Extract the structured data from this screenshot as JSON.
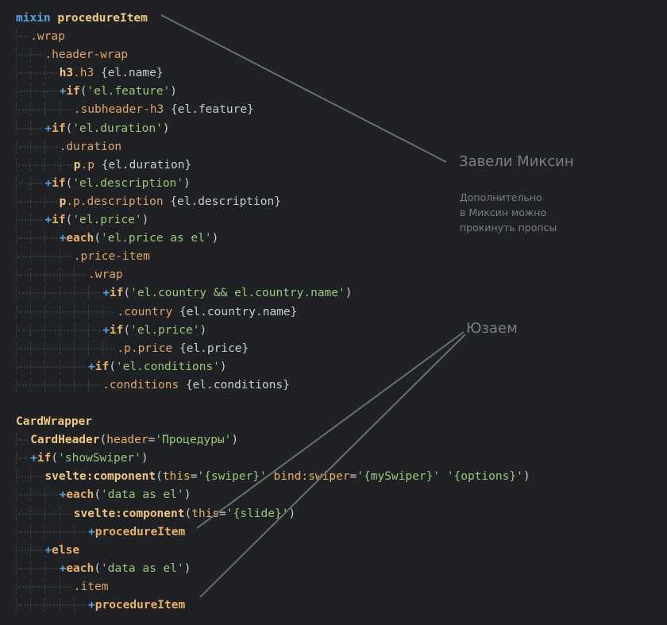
{
  "editor": {
    "lines": [
      {
        "i": 0,
        "t": [
          [
            "kw",
            "mixin "
          ],
          [
            "mix",
            "procedureItem"
          ]
        ]
      },
      {
        "i": 1,
        "t": [
          [
            "cls",
            ".wrap"
          ]
        ]
      },
      {
        "i": 2,
        "t": [
          [
            "cls",
            ".header-wrap"
          ]
        ]
      },
      {
        "i": 3,
        "t": [
          [
            "tag",
            "h3"
          ],
          [
            "cls",
            ".h3"
          ],
          [
            "txtc",
            " {el.name}"
          ]
        ]
      },
      {
        "i": 3,
        "t": [
          [
            "plus",
            "+"
          ],
          [
            "fn",
            "if"
          ],
          [
            "par",
            "("
          ],
          [
            "str",
            "'el.feature'"
          ],
          [
            "par",
            ")"
          ]
        ]
      },
      {
        "i": 4,
        "t": [
          [
            "cls",
            ".subheader-h3"
          ],
          [
            "txtc",
            " {el.feature}"
          ]
        ]
      },
      {
        "i": 2,
        "t": [
          [
            "plus",
            "+"
          ],
          [
            "fn",
            "if"
          ],
          [
            "par",
            "("
          ],
          [
            "str",
            "'el.duration'"
          ],
          [
            "par",
            ")"
          ]
        ]
      },
      {
        "i": 3,
        "t": [
          [
            "cls",
            ".duration"
          ]
        ]
      },
      {
        "i": 4,
        "t": [
          [
            "tag",
            "p"
          ],
          [
            "cls",
            ".p"
          ],
          [
            "txtc",
            " {el.duration}"
          ]
        ]
      },
      {
        "i": 2,
        "t": [
          [
            "plus",
            "+"
          ],
          [
            "fn",
            "if"
          ],
          [
            "par",
            "("
          ],
          [
            "str",
            "'el.description'"
          ],
          [
            "par",
            ")"
          ]
        ]
      },
      {
        "i": 3,
        "t": [
          [
            "tag",
            "p"
          ],
          [
            "cls",
            ".p.description"
          ],
          [
            "txtc",
            " {el.description}"
          ]
        ]
      },
      {
        "i": 2,
        "t": [
          [
            "plus",
            "+"
          ],
          [
            "fn",
            "if"
          ],
          [
            "par",
            "("
          ],
          [
            "str",
            "'el.price'"
          ],
          [
            "par",
            ")"
          ]
        ]
      },
      {
        "i": 3,
        "t": [
          [
            "plus",
            "+"
          ],
          [
            "fn",
            "each"
          ],
          [
            "par",
            "("
          ],
          [
            "str",
            "'el.price as el'"
          ],
          [
            "par",
            ")"
          ]
        ]
      },
      {
        "i": 4,
        "t": [
          [
            "cls",
            ".price-item"
          ]
        ]
      },
      {
        "i": 5,
        "t": [
          [
            "cls",
            ".wrap"
          ]
        ]
      },
      {
        "i": 6,
        "t": [
          [
            "plus",
            "+"
          ],
          [
            "fn",
            "if"
          ],
          [
            "par",
            "("
          ],
          [
            "str",
            "'el.country && el.country.name'"
          ],
          [
            "par",
            ")"
          ]
        ]
      },
      {
        "i": 7,
        "t": [
          [
            "cls",
            ".country"
          ],
          [
            "txtc",
            " {el.country.name}"
          ]
        ]
      },
      {
        "i": 6,
        "t": [
          [
            "plus",
            "+"
          ],
          [
            "fn",
            "if"
          ],
          [
            "par",
            "("
          ],
          [
            "str",
            "'el.price'"
          ],
          [
            "par",
            ")"
          ]
        ]
      },
      {
        "i": 7,
        "t": [
          [
            "cls",
            ".p.price"
          ],
          [
            "txtc",
            " {el.price}"
          ]
        ]
      },
      {
        "i": 5,
        "t": [
          [
            "plus",
            "+"
          ],
          [
            "fn",
            "if"
          ],
          [
            "par",
            "("
          ],
          [
            "str",
            "'el.conditions'"
          ],
          [
            "par",
            ")"
          ]
        ]
      },
      {
        "i": 6,
        "t": [
          [
            "cls",
            ".conditions"
          ],
          [
            "txtc",
            " {el.conditions}"
          ]
        ]
      },
      {
        "i": 0,
        "t": []
      },
      {
        "i": 0,
        "t": [
          [
            "mix",
            "CardWrapper"
          ]
        ]
      },
      {
        "i": 1,
        "t": [
          [
            "mix",
            "CardHeader"
          ],
          [
            "par",
            "("
          ],
          [
            "attr",
            "header"
          ],
          [
            "pun",
            "="
          ],
          [
            "str",
            "'Процедуры'"
          ],
          [
            "par",
            ")"
          ]
        ]
      },
      {
        "i": 1,
        "t": [
          [
            "plus",
            "+"
          ],
          [
            "fn",
            "if"
          ],
          [
            "par",
            "("
          ],
          [
            "str",
            "'showSwiper'"
          ],
          [
            "par",
            ")"
          ]
        ]
      },
      {
        "i": 2,
        "t": [
          [
            "tag",
            "svelte:component"
          ],
          [
            "par",
            "("
          ],
          [
            "attr",
            "this"
          ],
          [
            "pun",
            "="
          ],
          [
            "str",
            "'{swiper}'"
          ],
          [
            "txtc",
            " "
          ],
          [
            "attr",
            "bind:swiper"
          ],
          [
            "pun",
            "="
          ],
          [
            "str",
            "'{mySwiper}'"
          ],
          [
            "txtc",
            " "
          ],
          [
            "str",
            "'{options}'"
          ],
          [
            "par",
            ")"
          ]
        ]
      },
      {
        "i": 3,
        "t": [
          [
            "plus",
            "+"
          ],
          [
            "fn",
            "each"
          ],
          [
            "par",
            "("
          ],
          [
            "str",
            "'data as el'"
          ],
          [
            "par",
            ")"
          ]
        ]
      },
      {
        "i": 4,
        "t": [
          [
            "tag",
            "svelte:component"
          ],
          [
            "par",
            "("
          ],
          [
            "attr",
            "this"
          ],
          [
            "pun",
            "="
          ],
          [
            "str",
            "'{slide}'"
          ],
          [
            "par",
            ")"
          ]
        ]
      },
      {
        "i": 5,
        "t": [
          [
            "plus",
            "+"
          ],
          [
            "fn",
            "procedureItem"
          ]
        ]
      },
      {
        "i": 2,
        "t": [
          [
            "plus",
            "+"
          ],
          [
            "fn",
            "else"
          ]
        ]
      },
      {
        "i": 3,
        "t": [
          [
            "plus",
            "+"
          ],
          [
            "fn",
            "each"
          ],
          [
            "par",
            "("
          ],
          [
            "str",
            "'data as el'"
          ],
          [
            "par",
            ")"
          ]
        ]
      },
      {
        "i": 4,
        "t": [
          [
            "cls",
            ".item"
          ]
        ]
      },
      {
        "i": 5,
        "t": [
          [
            "plus",
            "+"
          ],
          [
            "fn",
            "procedureItem"
          ]
        ]
      }
    ]
  },
  "annotations": {
    "mixin_title": "Завели Миксин",
    "mixin_note": "Дополнительно\nв Миксин можно\nпрокинуть пропсы",
    "usage_title": "Юзаем"
  },
  "colors": {
    "background": "#1f2124",
    "arrow": "#6a6d72",
    "note": "#7b7e83"
  }
}
